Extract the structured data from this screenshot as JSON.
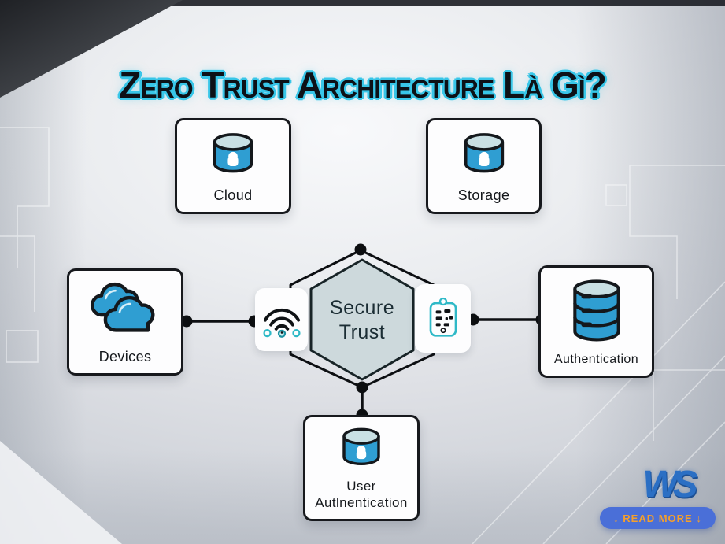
{
  "title": {
    "text": "Zero Trust Architecture Là Gì?"
  },
  "cards": {
    "cloud": {
      "label": "Cloud"
    },
    "storage": {
      "label": "Storage"
    },
    "devices": {
      "label": "Devices"
    },
    "authentication": {
      "label": "Authentication"
    },
    "user_authentication": {
      "line1": "User",
      "line2": "Autlnentication"
    }
  },
  "center_hexagon": {
    "line1": "Secure",
    "line2": "Trust"
  },
  "icons": {
    "left_of_hexagon": "wifi-icon",
    "right_of_hexagon": "checklist-clipboard-icon",
    "cloud_card": "database-cylinder-icon",
    "storage_card": "database-cylinder-icon",
    "devices_card": "clouds-icon",
    "authentication_card": "database-stack-icon",
    "user_authentication_card": "database-cylinder-icon"
  },
  "footer": {
    "logo_text": "WS",
    "read_more_label": "↓ READ MORE ↓"
  },
  "colors": {
    "title_fill": "#0d1117",
    "title_glow": "#38c6e8",
    "icon_blue": "#2f9ed2",
    "icon_top": "#c9e0e4",
    "teal": "#2fb9c7",
    "hex_fill": "#cdd9dc",
    "stroke_dark": "#14181c",
    "button_bg": "#4a6fd8",
    "button_text": "#f49f2c",
    "logo_blue": "#2b6fc4"
  }
}
